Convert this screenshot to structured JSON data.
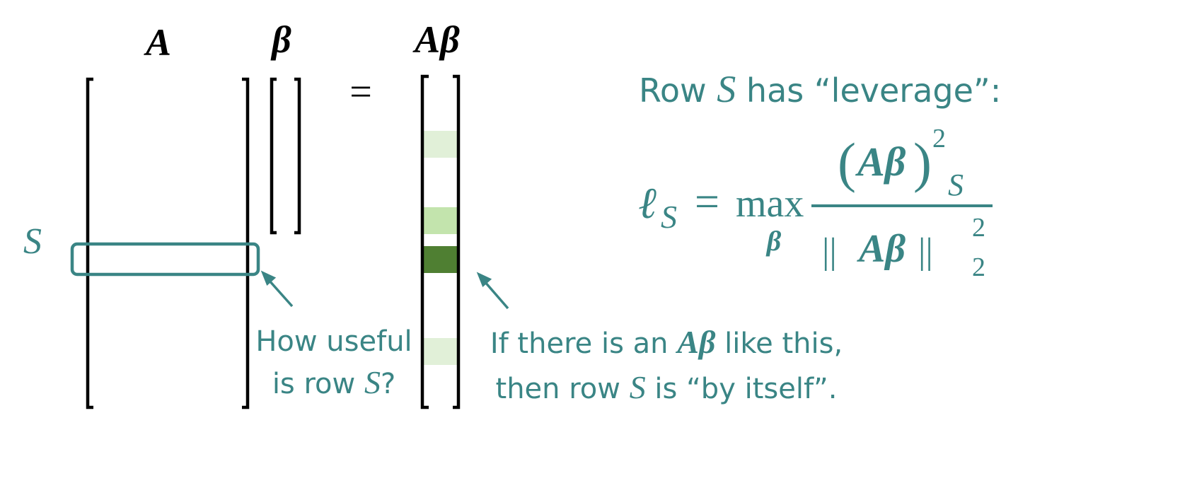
{
  "labels": {
    "matrix_a": "A",
    "vector_beta": "β",
    "product": "Aβ",
    "equals": "=",
    "row_s": "S"
  },
  "leverage_heading": {
    "before": "Row ",
    "symbol": "S",
    "after": " has “leverage”:"
  },
  "formula": {
    "ell": "ℓ",
    "ell_sub": "S",
    "equals": "=",
    "max": "max",
    "max_sub": "β",
    "numerator_open": "(",
    "numerator_body": "Aβ",
    "numerator_close": ")",
    "numerator_sup": "2",
    "numerator_sub": "S",
    "denominator_open": "||",
    "denominator_body": "Aβ",
    "denominator_close": "||",
    "denominator_sup": "2",
    "denominator_sub": "2"
  },
  "annotation_row": {
    "line1": "How useful",
    "line2_before": "is row ",
    "line2_symbol": "S",
    "line2_after": "?"
  },
  "annotation_product": {
    "line1_before": "If there is an ",
    "line1_symbol": "Aβ",
    "line1_after": " like this,",
    "line2_before": "then row ",
    "line2_symbol": "S",
    "line2_after": " is “by itself”."
  },
  "colors": {
    "teal": "#3a8585",
    "black": "#000000",
    "cell_light": "#e1f0d8",
    "cell_mid": "#c3e4ad",
    "cell_dark": "#4f7f32"
  },
  "product_cells": [
    {
      "shade": "light"
    },
    {
      "shade": "mid"
    },
    {
      "shade": "dark"
    },
    {
      "shade": "light"
    }
  ]
}
